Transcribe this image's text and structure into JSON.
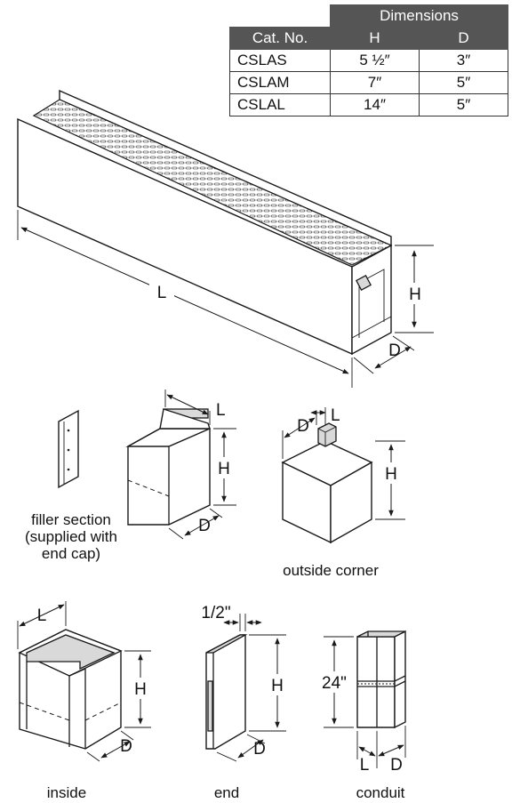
{
  "table": {
    "header_group": "Dimensions",
    "columns": [
      "Cat. No.",
      "H",
      "D"
    ],
    "rows": [
      {
        "cat": "CSLAS",
        "h": "5 ½″",
        "d": "3″"
      },
      {
        "cat": "CSLAM",
        "h": "7″",
        "d": "5″"
      },
      {
        "cat": "CSLAL",
        "h": "14″",
        "d": "5″"
      }
    ]
  },
  "main_unit": {
    "length_label": "L",
    "height_label": "H",
    "depth_label": "D"
  },
  "components": {
    "filler": {
      "caption_lines": [
        "filler section",
        "(supplied with",
        "end cap)"
      ]
    },
    "end_cap": {
      "length_label": "L",
      "height_label": "H",
      "depth_label": "D"
    },
    "outside_corner": {
      "caption": "outside corner",
      "depth_label": "D",
      "length_label": "L",
      "height_label": "H"
    },
    "inside_corner": {
      "caption": "inside",
      "length_label": "L",
      "height_label": "H",
      "depth_label": "D"
    },
    "end": {
      "caption": "end",
      "thickness_label": "1/2\"",
      "height_label": "H",
      "depth_label": "D"
    },
    "conduit": {
      "caption": "conduit",
      "height_label": "24\"",
      "length_label": "L",
      "depth_label": "D"
    }
  }
}
